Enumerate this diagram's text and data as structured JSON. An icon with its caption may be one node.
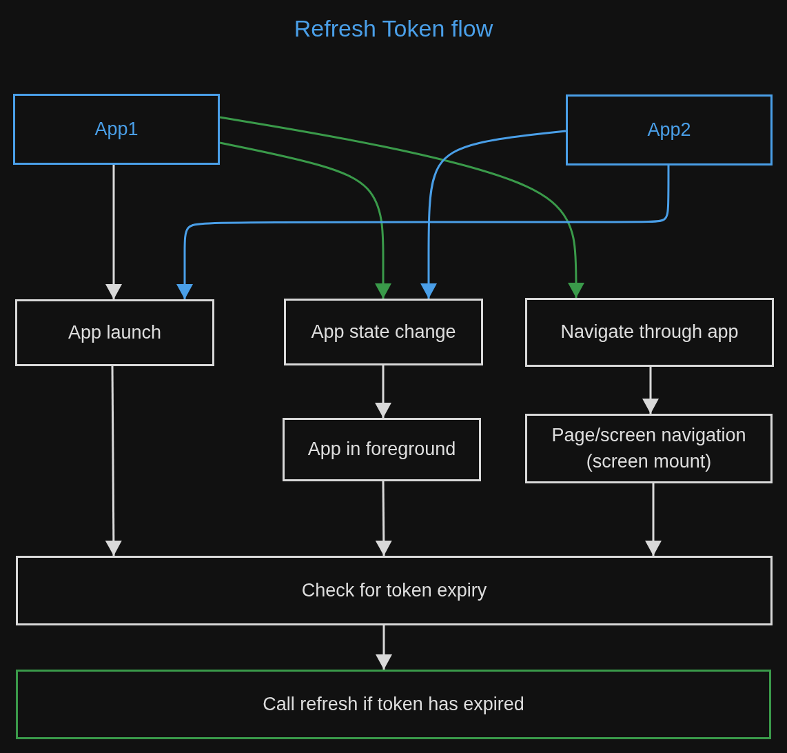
{
  "diagram": {
    "title": "Refresh Token flow",
    "nodes": [
      {
        "text": [
          "App1"
        ]
      },
      {
        "text": [
          "App2"
        ]
      },
      {
        "text": [
          "App launch"
        ]
      },
      {
        "text": [
          "App state change"
        ]
      },
      {
        "text": [
          "Navigate through app"
        ]
      },
      {
        "text": [
          "App in foreground"
        ]
      },
      {
        "text": [
          "Page/screen navigation (screen mount)"
        ]
      },
      {
        "text": [
          "Check for token expiry"
        ]
      },
      {
        "text": [
          "Call refresh if token has expired"
        ]
      }
    ],
    "edges": [
      {
        "from": 0,
        "to": 2,
        "arrow": "to"
      },
      {
        "from": 0,
        "to": 3,
        "arrow": "to",
        "color": "#3a9a4a"
      },
      {
        "from": 0,
        "to": 4,
        "arrow": "to",
        "color": "#3a9a4a"
      },
      {
        "from": 1,
        "to": 2,
        "arrow": "to",
        "color": "#4a9fe8"
      },
      {
        "from": 1,
        "to": 3,
        "arrow": "to",
        "color": "#4a9fe8"
      },
      {
        "from": 2,
        "to": 7,
        "arrow": "to"
      },
      {
        "from": 3,
        "to": 5,
        "arrow": "to"
      },
      {
        "from": 4,
        "to": 6,
        "arrow": "to"
      },
      {
        "from": 5,
        "to": 7,
        "arrow": "to"
      },
      {
        "from": 6,
        "to": 7,
        "arrow": "to"
      },
      {
        "from": 7,
        "to": 8,
        "arrow": "to"
      }
    ]
  }
}
